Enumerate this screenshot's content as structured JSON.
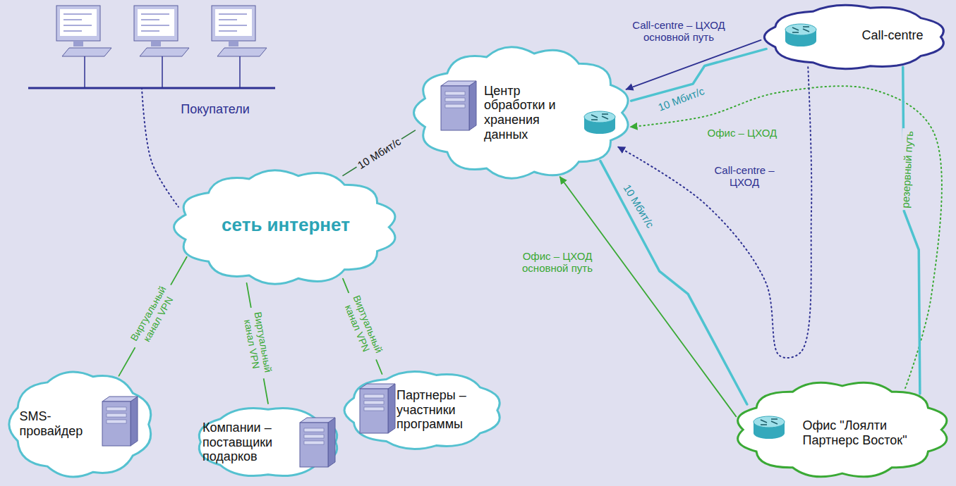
{
  "diagram": {
    "nodes": [
      {
        "text": [
          "Покупатели"
        ]
      },
      {
        "text": [
          "сеть интернет"
        ]
      },
      {
        "text": [
          "Центр обработки и хранения данных"
        ]
      },
      {
        "text": [
          "Call-centre"
        ]
      },
      {
        "text": [
          "Офис \"Лоялти Партнерс Восток\""
        ]
      },
      {
        "text": [
          "SMS- провайдер"
        ]
      },
      {
        "text": [
          "Компании – поставщики подарков"
        ]
      },
      {
        "text": [
          "Партнеры – участники программы"
        ]
      }
    ],
    "edges": [
      {
        "from": 0,
        "to": 1,
        "arrow": "none"
      },
      {
        "from": 1,
        "to": 2,
        "arrow": "none",
        "label": "10 Мбит/с"
      },
      {
        "from": 1,
        "to": 5,
        "arrow": "none",
        "label": "Виртуальный канал VPN"
      },
      {
        "from": 1,
        "to": 6,
        "arrow": "none",
        "label": "Виртуальный канал VPN"
      },
      {
        "from": 1,
        "to": 7,
        "arrow": "none",
        "label": "Виртуальный канал VPN"
      },
      {
        "from": 3,
        "to": 2,
        "arrow": "to",
        "label": "Call-centre – ЦХОД основной путь"
      },
      {
        "from": 3,
        "to": 2,
        "arrow": "none",
        "label": "10 Мбит/с"
      },
      {
        "from": 4,
        "to": 2,
        "arrow": "to",
        "label": "Офис – ЦХОД"
      },
      {
        "from": 3,
        "to": 2,
        "arrow": "to",
        "label": "Call-centre – ЦХОД"
      },
      {
        "from": 4,
        "to": 2,
        "arrow": "to",
        "label": "Офис – ЦХОД основной путь"
      },
      {
        "from": 4,
        "to": 2,
        "arrow": "none",
        "label": "10 Мбит/с"
      },
      {
        "from": 3,
        "to": 4,
        "arrow": "none",
        "label": "резервный путь"
      }
    ]
  }
}
